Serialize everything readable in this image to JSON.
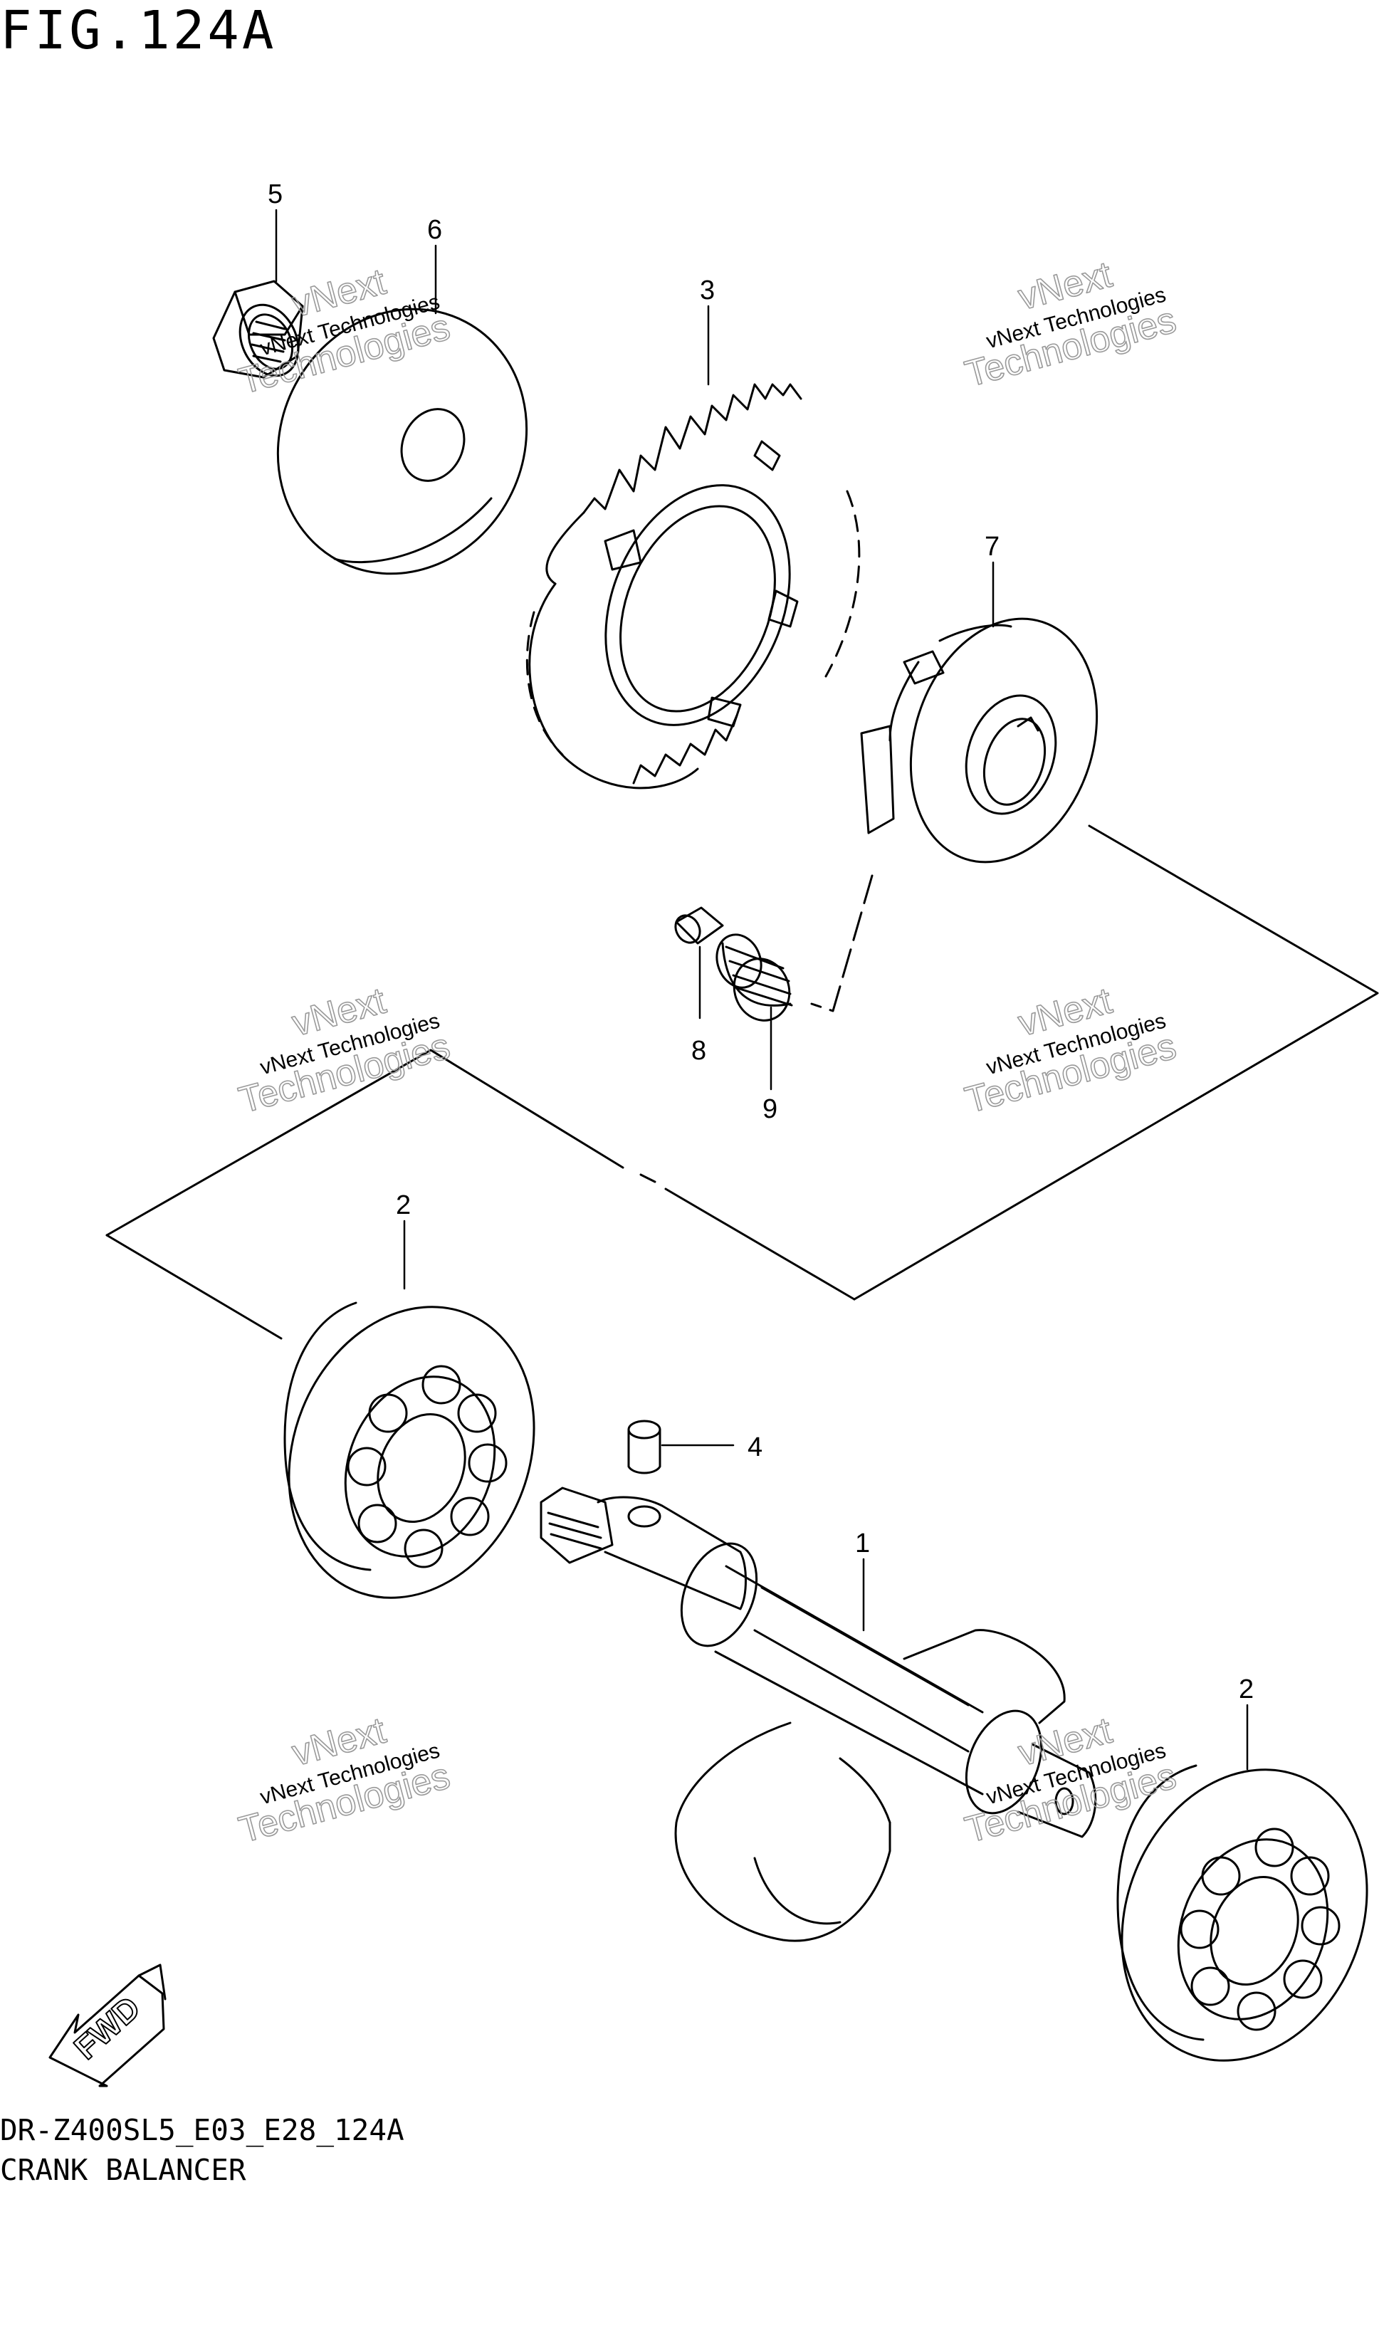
{
  "figure": {
    "title": "FIG.124A",
    "model_code": "DR-Z400SL5_E03_E28_124A",
    "section_name": "CRANK BALANCER"
  },
  "callouts": {
    "1": "1",
    "2": "2",
    "2b": "2",
    "3": "3",
    "4": "4",
    "5": "5",
    "6": "6",
    "7": "7",
    "8": "8",
    "9": "9"
  },
  "watermark": {
    "line1": "vNext Technologies",
    "line2": "Technologies",
    "line3": "vNext"
  },
  "fwd_label": "FWD"
}
